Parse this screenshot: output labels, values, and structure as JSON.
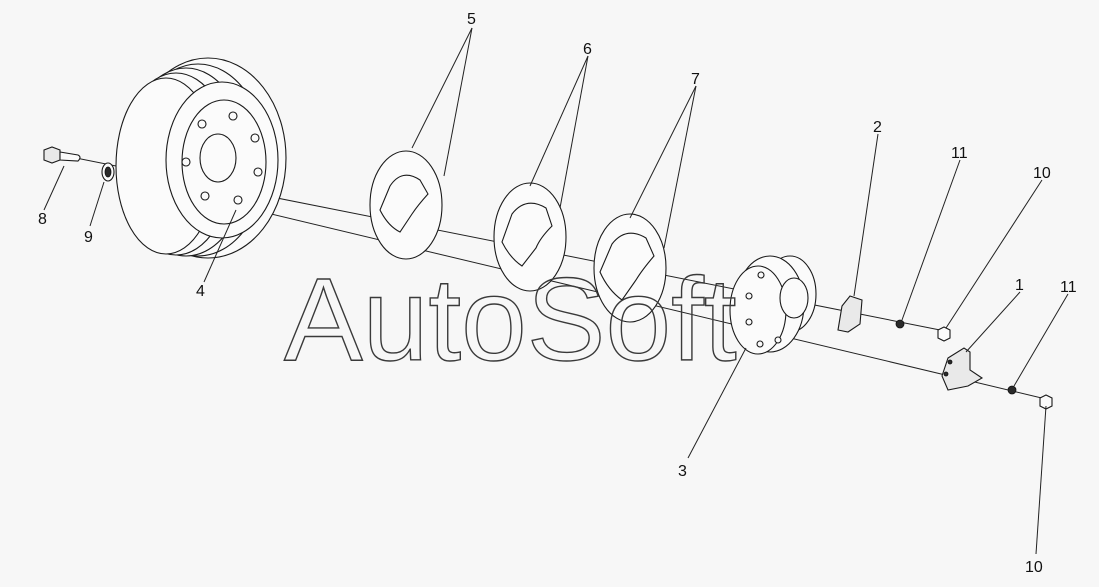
{
  "watermark": "AutoSoft",
  "callouts": [
    "5",
    "6",
    "7",
    "2",
    "11",
    "10",
    "1",
    "11",
    "10",
    "3",
    "4",
    "8",
    "9"
  ],
  "parts": [
    {
      "id": "4",
      "icon": "pulley-icon"
    },
    {
      "id": "5",
      "icon": "plate-icon"
    },
    {
      "id": "6",
      "icon": "plate-icon"
    },
    {
      "id": "7",
      "icon": "plate-icon"
    },
    {
      "id": "3",
      "icon": "hub-icon"
    },
    {
      "id": "2",
      "icon": "key-icon"
    },
    {
      "id": "1",
      "icon": "lock-plate-icon"
    },
    {
      "id": "8",
      "icon": "bolt-icon"
    },
    {
      "id": "9",
      "icon": "washer-icon"
    },
    {
      "id": "10",
      "icon": "screw-icon"
    },
    {
      "id": "11",
      "icon": "washer-icon"
    }
  ]
}
